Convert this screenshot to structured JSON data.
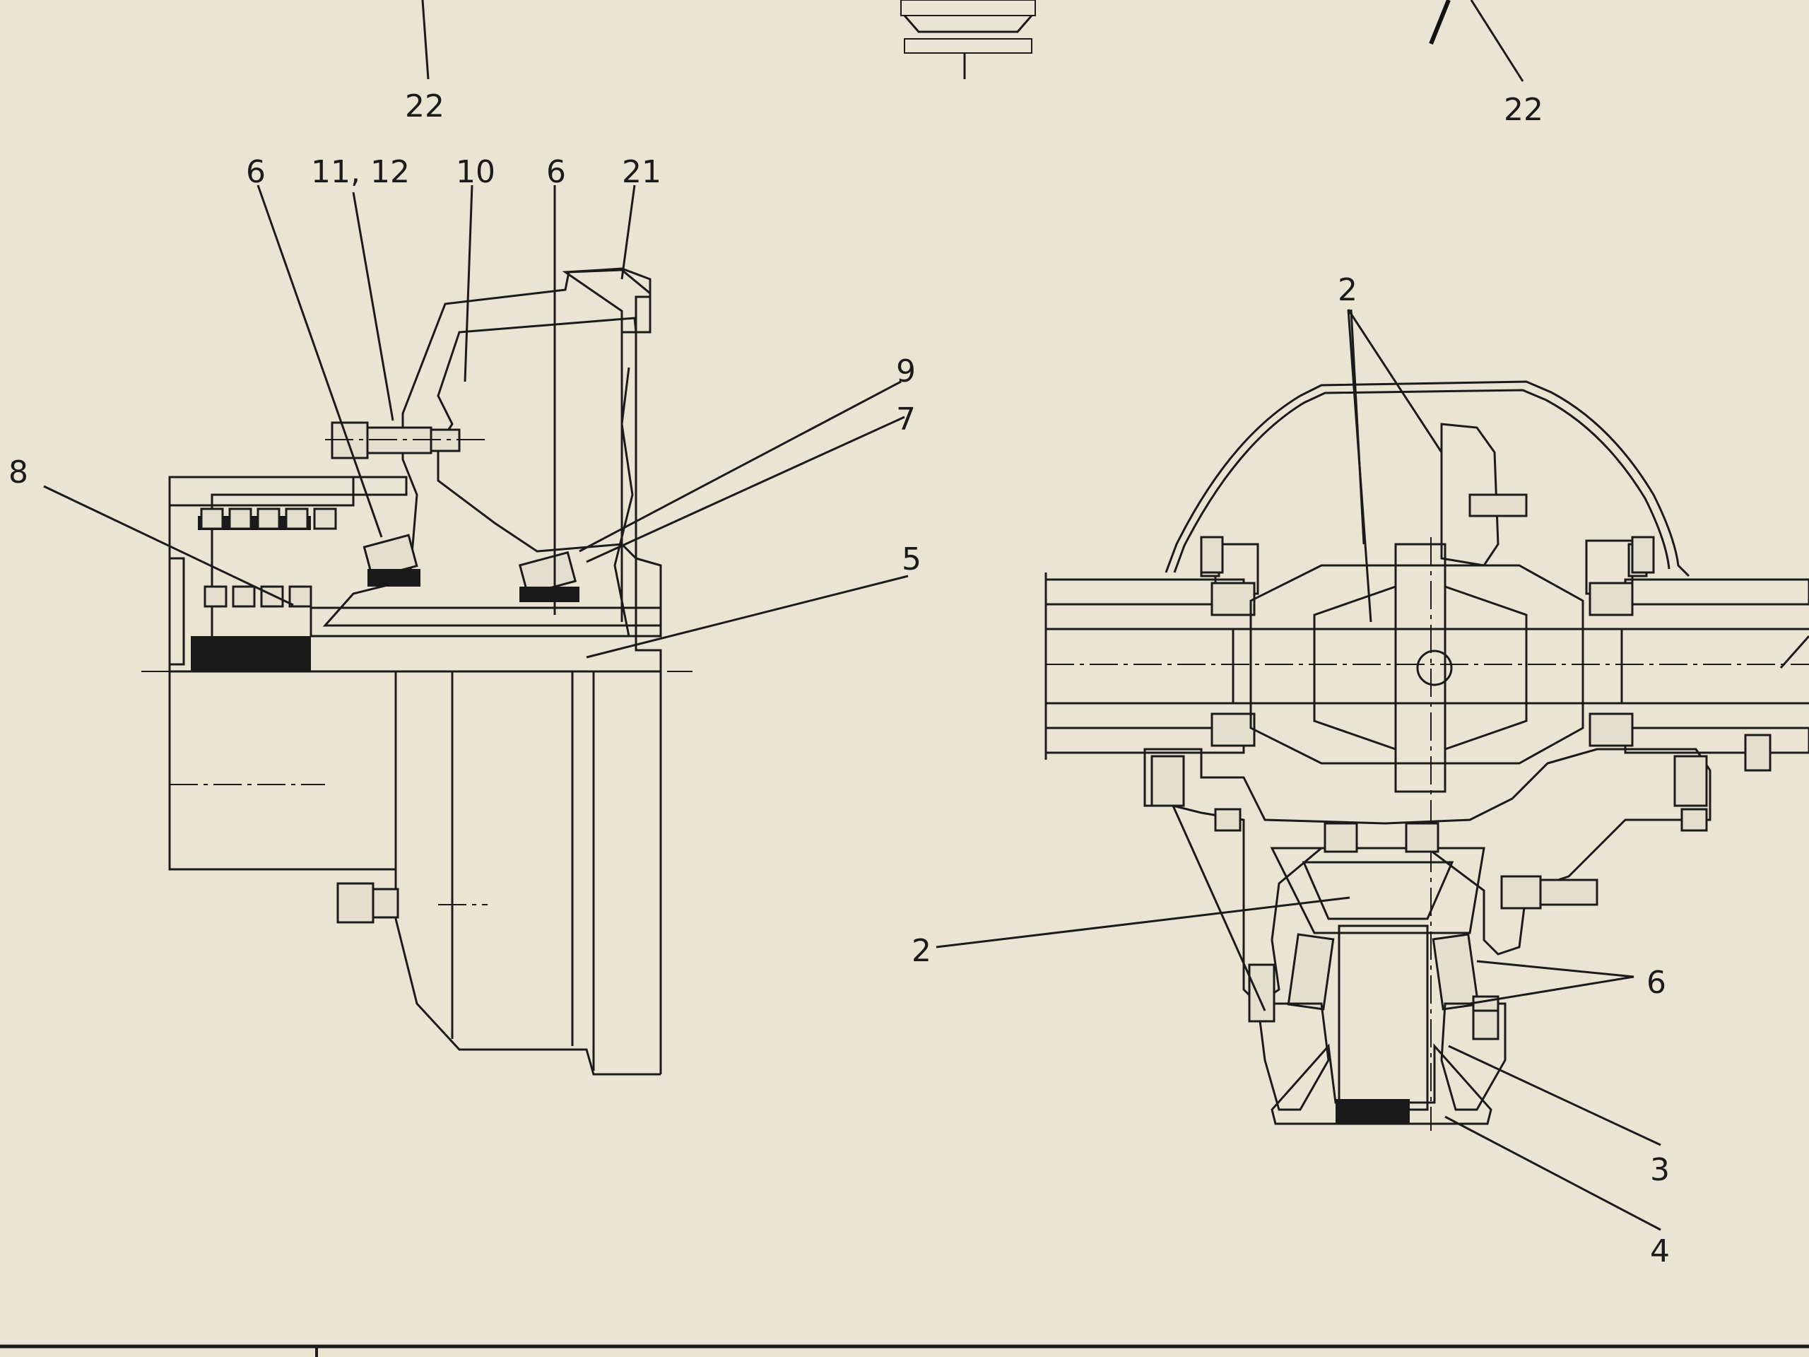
{
  "drawing": {
    "callouts": {
      "top_left_22": "22",
      "top_right_22": "22",
      "wheel_6a": "6",
      "wheel_11_12": "11, 12",
      "wheel_10": "10",
      "wheel_6b": "6",
      "wheel_21": "21",
      "wheel_9": "9",
      "wheel_7": "7",
      "wheel_8": "8",
      "center_5": "5",
      "diff_2_top": "2",
      "diff_2_left": "2",
      "diff_6": "6",
      "diff_3": "3",
      "diff_4": "4"
    }
  }
}
